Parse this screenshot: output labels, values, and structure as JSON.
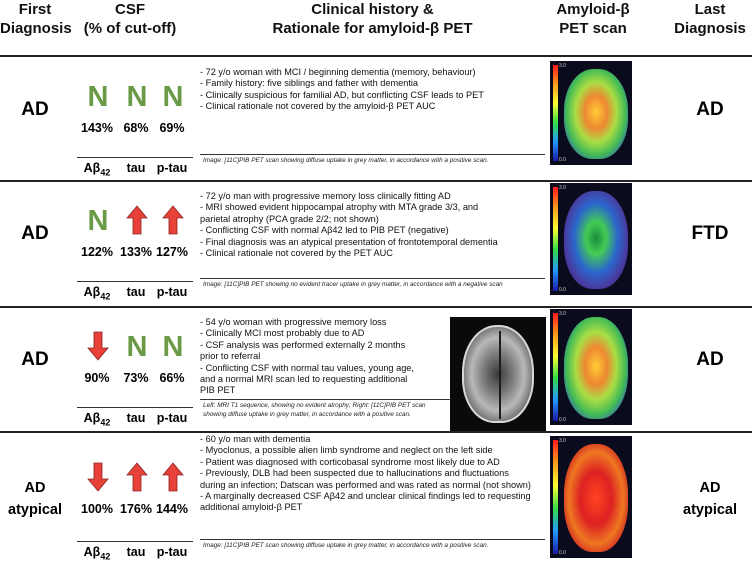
{
  "headers": {
    "first_diagnosis": [
      "First",
      "Diagnosis"
    ],
    "csf": [
      "CSF",
      "(% of cut-off)"
    ],
    "clinical": [
      "Clinical history &",
      "Rationale for amyloid-β PET"
    ],
    "pet": [
      "Amyloid-β",
      "PET scan"
    ],
    "last_diagnosis": [
      "Last",
      "Diagnosis"
    ]
  },
  "marker_labels": [
    "Aβ42",
    "tau",
    "p-tau"
  ],
  "n_symbol": "N",
  "scale_max": "3.0",
  "scale_min": "0.0",
  "colors": {
    "normal": "#6a9a46",
    "abnormal": "#e8413a"
  },
  "cases": [
    {
      "first_diagnosis": "AD",
      "last_diagnosis": "AD",
      "csf": [
        {
          "status": "normal",
          "pct": "143%"
        },
        {
          "status": "normal",
          "pct": "68%"
        },
        {
          "status": "normal",
          "pct": "69%"
        }
      ],
      "history": [
        "- 72 y/o woman with MCI / beginning dementia (memory, behaviour)",
        "- Family history: five siblings and father with dementia",
        "- Clinically suspicious for familial AD, but conflicting CSF leads to PET",
        "- Clinical rationale not covered by the amyloid-β PET AUC"
      ],
      "caption": [
        "Image: [11C]PIB PET scan showing diffuse uptake in grey matter, in accordance with a positive scan."
      ],
      "pet_result": "positive"
    },
    {
      "first_diagnosis": "AD",
      "last_diagnosis": "FTD",
      "csf": [
        {
          "status": "normal",
          "pct": "122%"
        },
        {
          "status": "up",
          "pct": "133%"
        },
        {
          "status": "up",
          "pct": "127%"
        }
      ],
      "history": [
        "- 72 y/o man with progressive memory loss clinically fitting AD",
        "- MRI showed evident hippocampal atrophy with MTA grade 3/3, and",
        "  parietal atrophy (PCA grade 2/2; not shown)",
        "- Conflicting CSF with normal Aβ42 led to PIB PET (negative)",
        "- Final diagnosis was an atypical presentation of frontotemporal dementia",
        "- Clinical rationale not covered by the PET AUC"
      ],
      "caption": [
        "Image: [11C]PIB PET showing no evident tracer uptake in grey matter, in accordance with a negative scan"
      ],
      "pet_result": "negative"
    },
    {
      "first_diagnosis": "AD",
      "last_diagnosis": "AD",
      "csf": [
        {
          "status": "down",
          "pct": "90%"
        },
        {
          "status": "normal",
          "pct": "73%"
        },
        {
          "status": "normal",
          "pct": "66%"
        }
      ],
      "history": [
        "- 54 y/o woman with progressive memory loss",
        "- Clinically MCI most probably due to AD",
        "- CSF analysis was performed externally 2 months",
        "  prior to referral",
        "- Conflicting CSF with normal tau values, young age,",
        "  and a normal MRI scan led to requesting additional",
        "  PIB PET"
      ],
      "caption": [
        "Left: MRI T1 sequence, showing no evident atrophy; Right: [11C]PIB PET scan",
        "showing diffuse uptake in grey matter, in accordance with a positive scan."
      ],
      "pet_result": "positive"
    },
    {
      "first_diagnosis": "AD atypical",
      "last_diagnosis": "AD atypical",
      "csf": [
        {
          "status": "down",
          "pct": "100%"
        },
        {
          "status": "up",
          "pct": "176%"
        },
        {
          "status": "up",
          "pct": "144%"
        }
      ],
      "history": [
        "- 60 y/o man with dementia",
        "- Myoclonus, a possible alien limb syndrome and neglect on the left side",
        "- Patient was diagnosed with corticobasal syndrome most likely due to AD",
        "- Previously, DLB had been suspected due to hallucinations and fluctuations",
        "  during an infection; Datscan was performed and was rated as normal (not shown)",
        "- A marginally decreased CSF Aβ42 and unclear clinical findings led to requesting",
        "  additional amyloid-β PET"
      ],
      "caption": [
        "Image: [11C]PIB PET scan showing diffuse uptake in grey matter, in accordance with a positive scan."
      ],
      "pet_result": "positive"
    }
  ]
}
